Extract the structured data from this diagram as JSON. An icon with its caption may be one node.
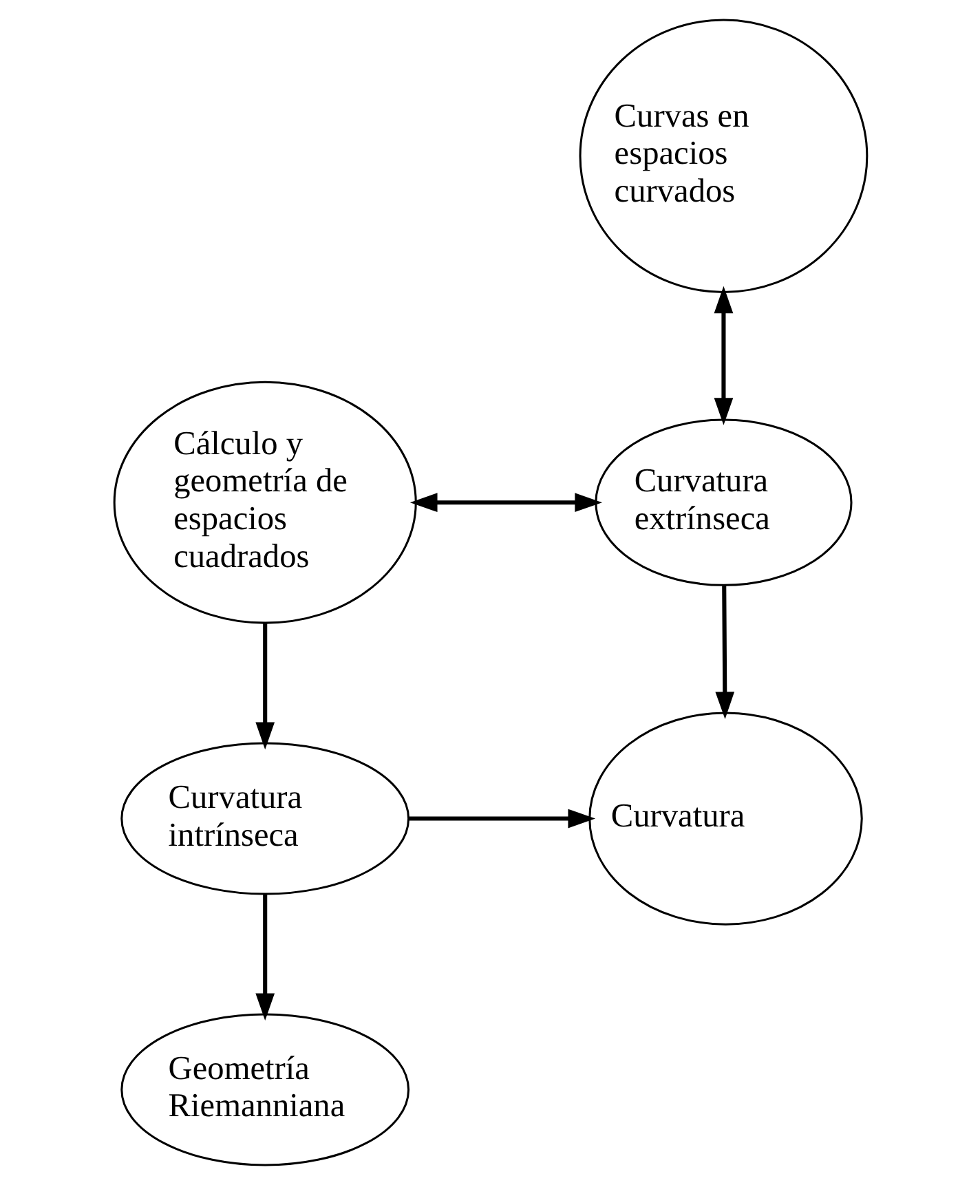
{
  "diagram": {
    "nodes": [
      {
        "text": [
          "Curvas en espacios curvados"
        ]
      },
      {
        "text": [
          "Curvatura extrínseca"
        ]
      },
      {
        "text": [
          "Cálculo y geometría de espacios cuadrados"
        ]
      },
      {
        "text": [
          "Curvatura"
        ]
      },
      {
        "text": [
          "Curvatura intrínseca"
        ]
      },
      {
        "text": [
          "Geometría Riemanniana"
        ]
      }
    ],
    "edges": [
      {
        "from": 0,
        "to": 1,
        "arrow": "both"
      },
      {
        "from": 2,
        "to": 1,
        "arrow": "both"
      },
      {
        "from": 1,
        "to": 3,
        "arrow": "to"
      },
      {
        "from": 2,
        "to": 4,
        "arrow": "to"
      },
      {
        "from": 4,
        "to": 3,
        "arrow": "to"
      },
      {
        "from": 4,
        "to": 5,
        "arrow": "to"
      }
    ]
  }
}
